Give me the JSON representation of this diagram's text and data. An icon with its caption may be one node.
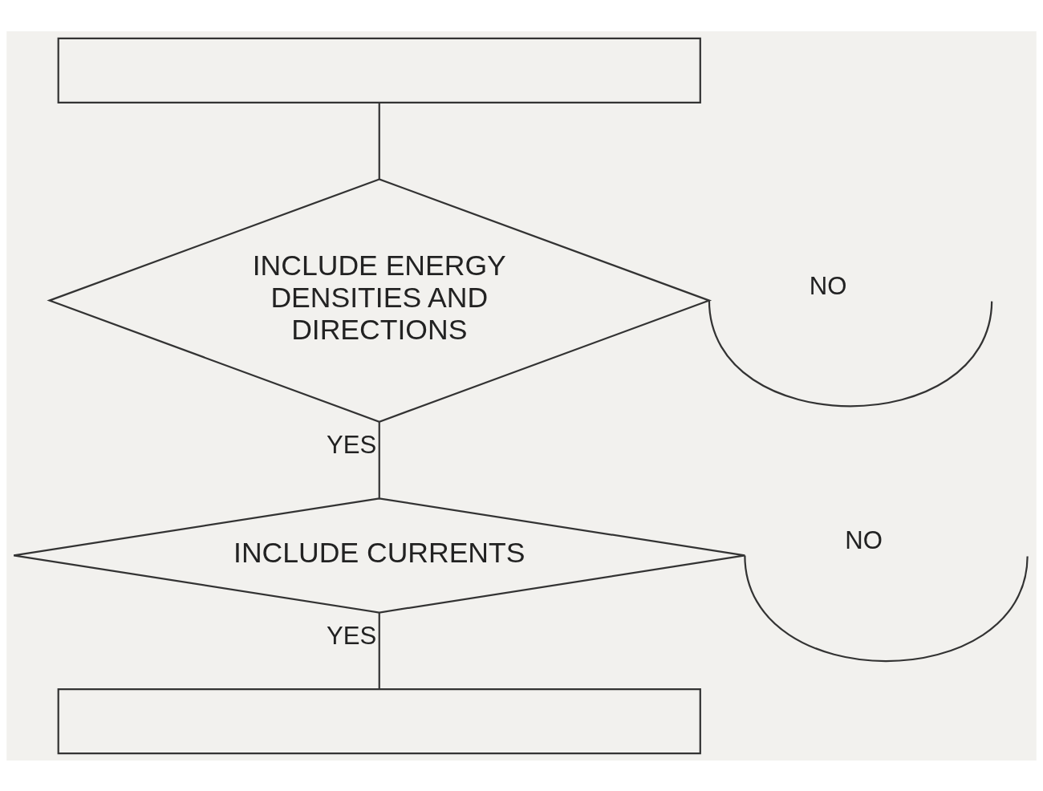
{
  "diagram": {
    "nodes": [
      {
        "text": [],
        "shape": "box"
      },
      {
        "text": [
          "INCLUDE ENERGY DENSITIES AND DIRECTIONS"
        ]
      },
      {
        "text": [
          "INCLUDE CURRENTS"
        ]
      },
      {
        "text": [],
        "shape": "box"
      }
    ],
    "edges": [
      {
        "from": 0,
        "to": 1,
        "arrow": "none"
      },
      {
        "from": 1,
        "to": 2,
        "arrow": "none",
        "label": "YES"
      },
      {
        "from": 2,
        "to": 3,
        "arrow": "none",
        "label": "YES"
      },
      {
        "from": 1,
        "to": null,
        "arrow": "none",
        "label": "NO"
      },
      {
        "from": 2,
        "to": null,
        "arrow": "none",
        "label": "NO"
      }
    ]
  }
}
